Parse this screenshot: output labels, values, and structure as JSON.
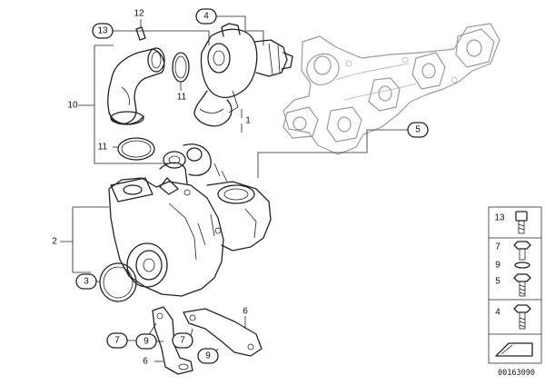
{
  "callouts": {
    "c13": "13",
    "c12": "12",
    "c4": "4",
    "c10": "10",
    "c11a": "11",
    "c11b": "11",
    "c1": "1",
    "c5": "5",
    "c2": "2",
    "c3": "3",
    "c7a": "7",
    "c9": "9",
    "c7b": "7",
    "c6a": "6",
    "c6b": "6"
  },
  "hardware_panel": {
    "labels": [
      "13",
      "7",
      "9",
      "5",
      "4"
    ]
  },
  "drawing_number": "00163090"
}
